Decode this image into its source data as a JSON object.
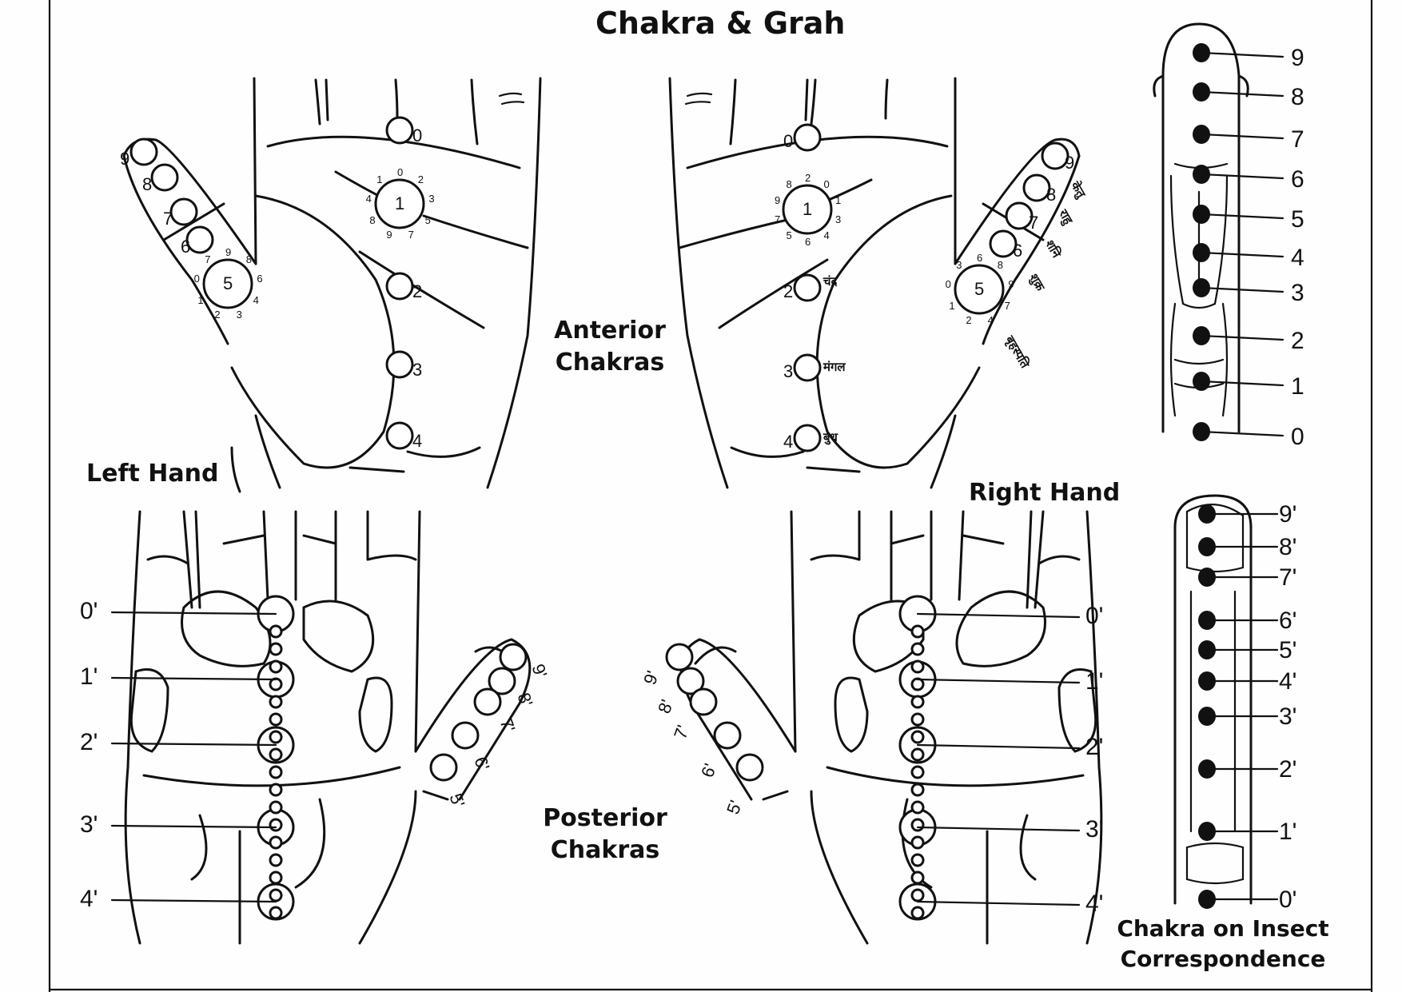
{
  "title": "Chakra & Grah",
  "labels": {
    "anterior": [
      "Anterior",
      "Chakras"
    ],
    "posterior": [
      "Posterior",
      "Chakras"
    ],
    "left_hand": "Left Hand",
    "right_hand": "Right Hand",
    "insect": [
      "Chakra on Insect",
      "Correspondence"
    ]
  },
  "anterior_left": {
    "palm_chakras": [
      "0",
      "2",
      "3",
      "4"
    ],
    "thumb_chakras": [
      "9",
      "8",
      "7",
      "6"
    ],
    "center_1": "1",
    "center_5": "5",
    "ring_1": [
      "0",
      "2",
      "3",
      "5",
      "7",
      "9",
      "8",
      "4",
      "1"
    ],
    "ring_5": [
      "9",
      "8",
      "6",
      "4",
      "3",
      "2",
      "1",
      "0",
      "7"
    ]
  },
  "anterior_right": {
    "palm_chakras": [
      "0",
      "2",
      "3",
      "4"
    ],
    "thumb_chakras": [
      "9",
      "8",
      "7",
      "6"
    ],
    "center_1": "1",
    "center_5": "5",
    "ring_1": [
      "2",
      "0",
      "1",
      "3",
      "4",
      "6",
      "5",
      "7",
      "9",
      "8"
    ],
    "ring_5": [
      "6",
      "8",
      "9",
      "7",
      "4",
      "2",
      "1",
      "0",
      "3"
    ],
    "grah_names": [
      "केतु",
      "राहु",
      "शनि",
      "शुक्र",
      "बृहस्पति",
      "चंद्र",
      "मंगल",
      "बुध"
    ]
  },
  "posterior": {
    "left_labels": [
      "0'",
      "1'",
      "2'",
      "3'",
      "4'"
    ],
    "left_thumb": [
      "9'",
      "8'",
      "7'",
      "6'",
      "5'"
    ],
    "right_labels": [
      "0'",
      "1'",
      "2'",
      "3'",
      "4'"
    ],
    "right_thumb": [
      "9'",
      "8'",
      "7'",
      "6'",
      "5'"
    ]
  },
  "insect_anterior": [
    "9",
    "8",
    "7",
    "6",
    "5",
    "4",
    "3",
    "2",
    "1",
    "0"
  ],
  "insect_posterior": [
    "9'",
    "8'",
    "7'",
    "6'",
    "5'",
    "4'",
    "3'",
    "2'",
    "1'",
    "0'"
  ]
}
